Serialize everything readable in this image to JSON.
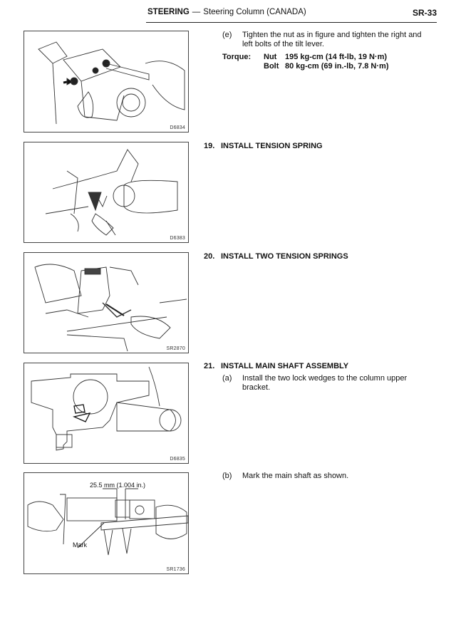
{
  "header": {
    "section": "STEERING",
    "separator": "—",
    "subsection": "Steering Column (CANADA)",
    "page_number": "SR-33"
  },
  "figures": [
    {
      "code": "D6834",
      "icon": "tilt-lever-nut-wrench-illustration"
    },
    {
      "code": "D6383",
      "icon": "tension-spring-install-illustration"
    },
    {
      "code": "SR2870",
      "icon": "two-tension-springs-install-illustration"
    },
    {
      "code": "D6835",
      "icon": "lock-wedges-column-bracket-illustration"
    },
    {
      "code": "SR1736",
      "icon": "main-shaft-caliper-mark-illustration",
      "dimension_label": "25.5 mm (1.004 in.)",
      "mark_label": "Mark"
    }
  ],
  "steps": {
    "e": {
      "letter": "(e)",
      "line1": "Tighten the nut as in figure and tighten the right and",
      "line2": "left bolts of the tilt lever."
    },
    "torque": {
      "label": "Torque:",
      "rows": [
        {
          "part": "Nut",
          "value": "195 kg-cm (14 ft-lb, 19 N·m)"
        },
        {
          "part": "Bolt",
          "value": "80 kg-cm (69 in.-lb, 7.8 N·m)"
        }
      ]
    },
    "s19": {
      "number": "19.",
      "title": "INSTALL TENSION SPRING"
    },
    "s20": {
      "number": "20.",
      "title": "INSTALL TWO TENSION SPRINGS"
    },
    "s21": {
      "number": "21.",
      "title": "INSTALL MAIN SHAFT ASSEMBLY",
      "a": {
        "letter": "(a)",
        "line1": "Install the two lock wedges to the column upper",
        "line2": "bracket."
      },
      "b": {
        "letter": "(b)",
        "line1": "Mark the main shaft as shown."
      }
    }
  }
}
